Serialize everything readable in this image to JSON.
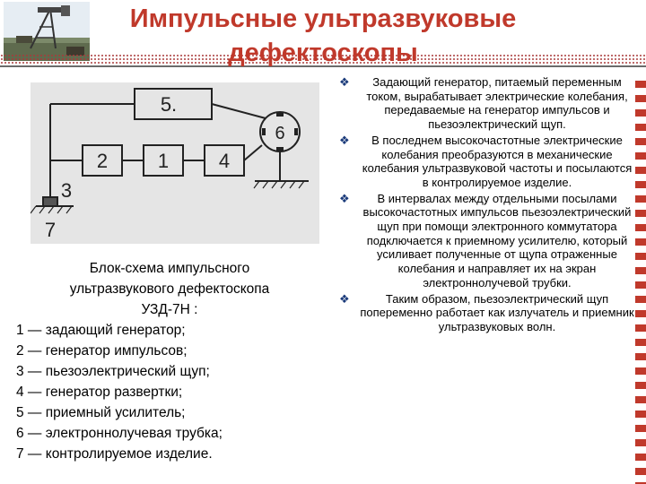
{
  "slide": {
    "title_line1": "Импульсные ультразвуковые",
    "title_line2": "дефектоскопы"
  },
  "diagram": {
    "blocks": [
      "5.",
      "2",
      "1",
      "4",
      "6"
    ],
    "probe_label": "3",
    "object_label": "7"
  },
  "caption": {
    "title_line1": "Блок-схема импульсного",
    "title_line2": "ультразвукового дефектоскопа",
    "title_line3": "УЗД-7Н :",
    "legend": [
      "1 — задающий генератор;",
      "2 — генератор импульсов;",
      "3 — пьезоэлектрический щуп;",
      "4 — генератор развертки;",
      "5 — приемный усилитель;",
      "6 — электроннолучевая трубка;",
      "7 — контролируемое изделие."
    ]
  },
  "bullets": [
    "Задающий генератор, питаемый переменным током, вырабатывает электрические колебания, передаваемые на генератор импульсов и пьезоэлектрический щуп.",
    "В последнем высокочастотные электрические колебания преобразуются в механические колебания ультразвуковой частоты и посылаются в контролируемое изделие.",
    "В интервалах между отдельными посылами высокочастотных импульсов пьезоэлектрический щуп при помощи электронного коммутатора подключается к приемному усилителю, который усиливает полученные от щупа отраженные колебания и направляет их на экран электроннолучевой трубки.",
    "Таким образом, пьезоэлектрический щуп попеременно работает как излучатель и приемник ультразвуковых волн."
  ],
  "bullet_marker": "❖",
  "colors": {
    "title": "#c0392b",
    "bullet_marker": "#1a3a7a",
    "accent_stripe": "#c0392b"
  }
}
